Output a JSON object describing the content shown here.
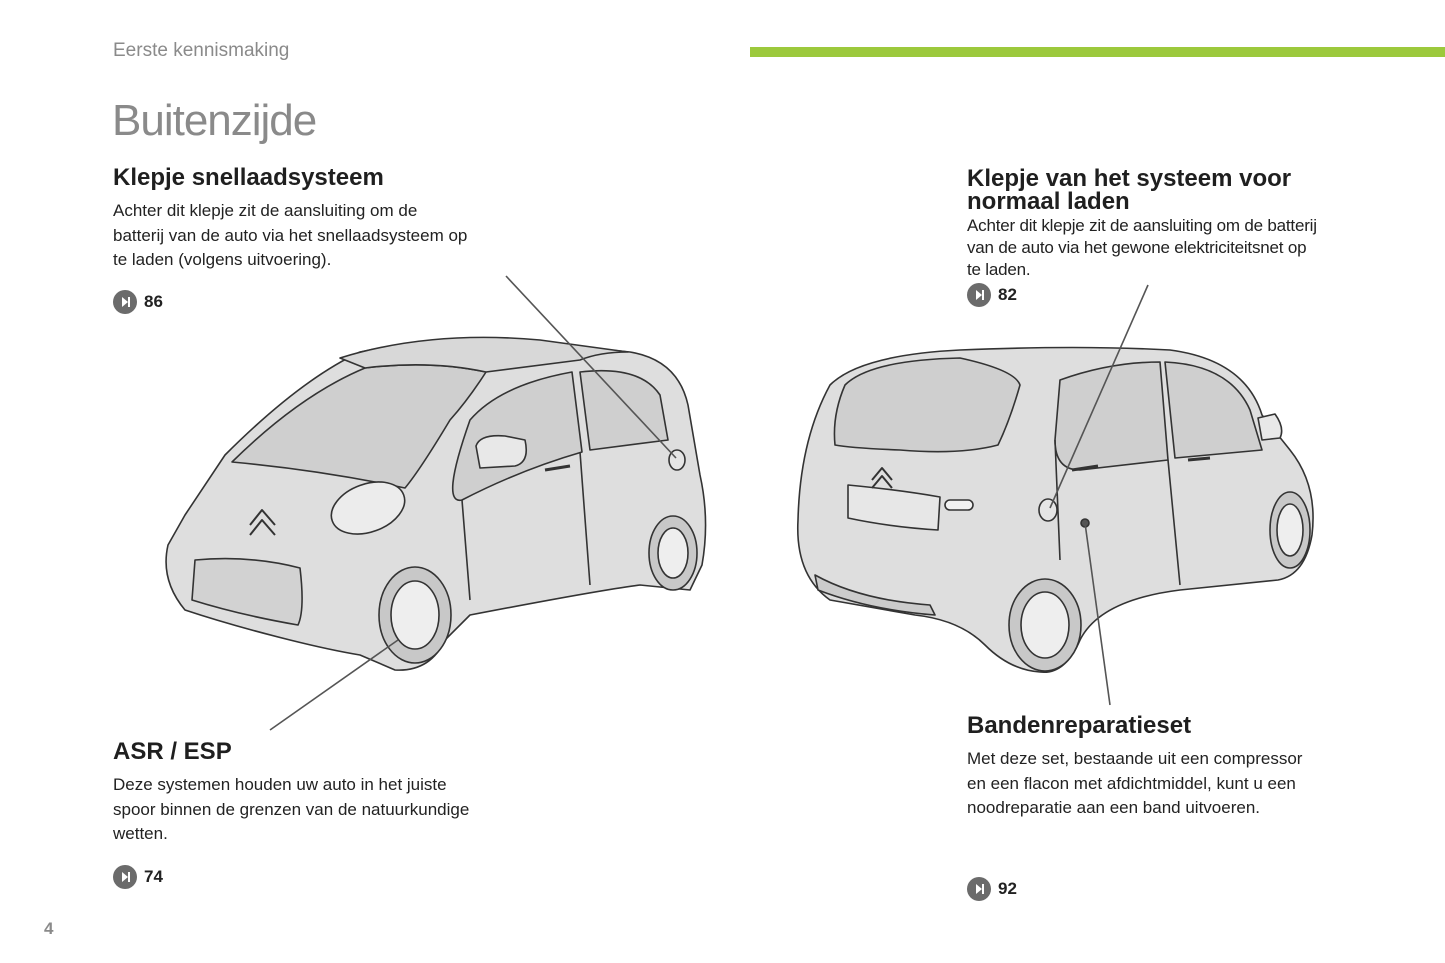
{
  "header": {
    "section": "Eerste kennismaking",
    "accent_color": "#9cc93c"
  },
  "title": "Buitenzijde",
  "blocks": {
    "fast_charge": {
      "heading": "Klepje snellaadsysteem",
      "lines": [
        "Achter dit klepje zit de aansluiting om de",
        "batterij van de auto via het snellaadsysteem op",
        "te laden (volgens uitvoering)."
      ],
      "ref": "86"
    },
    "normal_charge": {
      "heading_lines": [
        "Klepje van het systeem voor",
        "normaal laden"
      ],
      "lines": [
        "Achter dit klepje zit de aansluiting om de batterij",
        "van de auto via het gewone elektriciteitsnet op",
        "te laden."
      ],
      "ref": "82"
    },
    "asr_esp": {
      "heading": "ASR / ESP",
      "lines": [
        "Deze systemen houden uw auto in het juiste",
        "spoor binnen de grenzen van de natuurkundige",
        "wetten."
      ],
      "ref": "74"
    },
    "tyre_repair": {
      "heading": "Bandenreparatieset",
      "lines": [
        "Met deze set, bestaande uit een compressor",
        "en een flacon met afdichtmiddel, kunt u een",
        "noodreparatie aan een band uitvoeren."
      ],
      "ref": "92"
    }
  },
  "icons": {
    "reference": "chevron-right-circle-icon"
  },
  "page_number": "4"
}
